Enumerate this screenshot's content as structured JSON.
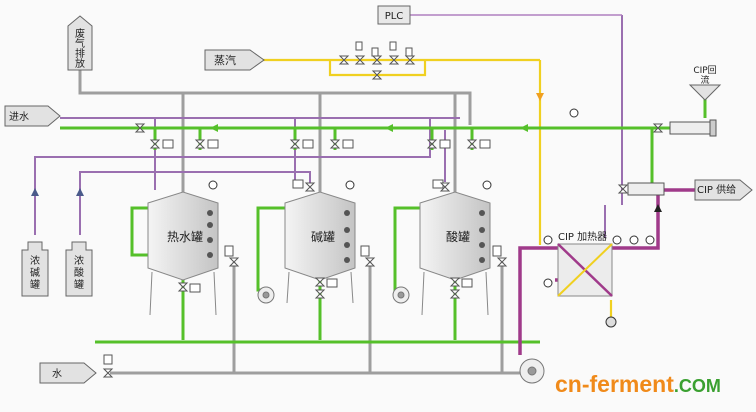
{
  "colors": {
    "background": "#fafafa",
    "steam_line": "#f0d020",
    "water_line": "#55c02a",
    "cip_return_line": "#9a6fb0",
    "cip_supply_line": "#a03a8a",
    "process_line": "#9e9e9e",
    "tank_fill": "#e6e6e6",
    "watermark_orange": "#f08a1a",
    "watermark_green": "#3aa030"
  },
  "labels": {
    "plc": "PLC",
    "exhaust": "废气排放",
    "steam": "蒸汽",
    "water_in": "进水",
    "cip_return": "CIP回流",
    "cip_supply": "CIP 供给",
    "conc_alkali_tank": "浓碱罐",
    "conc_acid_tank": "浓酸罐",
    "hot_water_tank": "热水罐",
    "alkali_tank": "碱罐",
    "acid_tank": "酸罐",
    "cip_heater": "CIP 加热器",
    "water": "水"
  },
  "watermark": {
    "part1": "cn-ferment",
    "part2": ".COM"
  }
}
